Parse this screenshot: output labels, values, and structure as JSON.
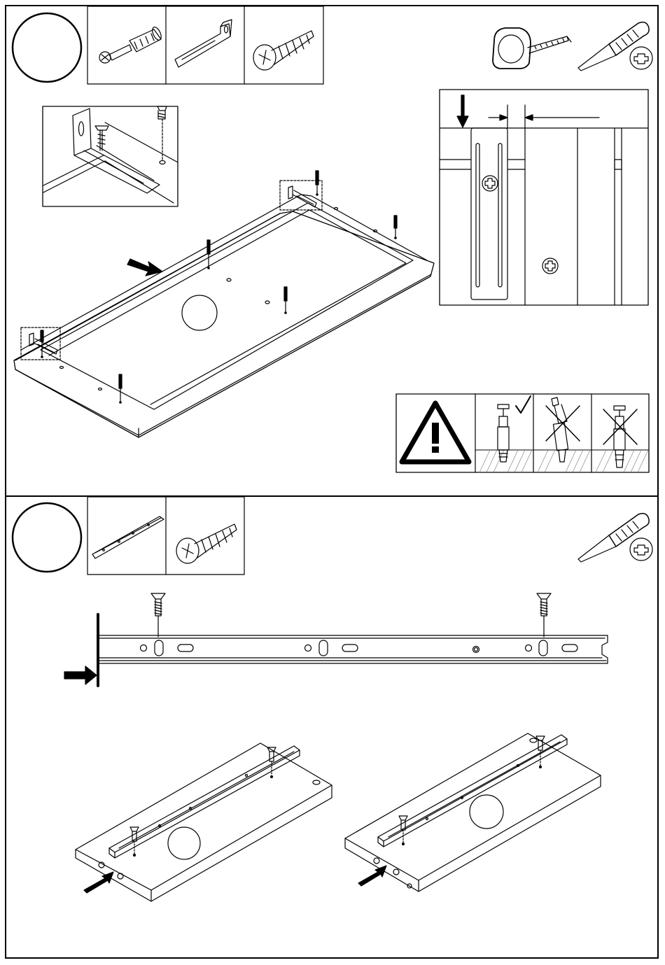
{
  "steps": [
    {
      "number": "",
      "parts": [
        "cam-dowel-icon",
        "l-bracket-icon",
        "wood-screw-icon"
      ],
      "tools": [
        "tape-measure-icon",
        "phillips-screwdriver-icon"
      ]
    },
    {
      "number": "",
      "parts": [
        "drawer-runner-icon",
        "wood-screw-icon"
      ],
      "tools": [
        "phillips-screwdriver-icon"
      ]
    }
  ],
  "warning": {
    "symbol": "!",
    "panels": [
      "correct",
      "incorrect",
      "incorrect"
    ],
    "check": "✓"
  },
  "colors": {
    "line": "#000000",
    "paper": "#ffffff",
    "fill": "#f2f2f2"
  }
}
